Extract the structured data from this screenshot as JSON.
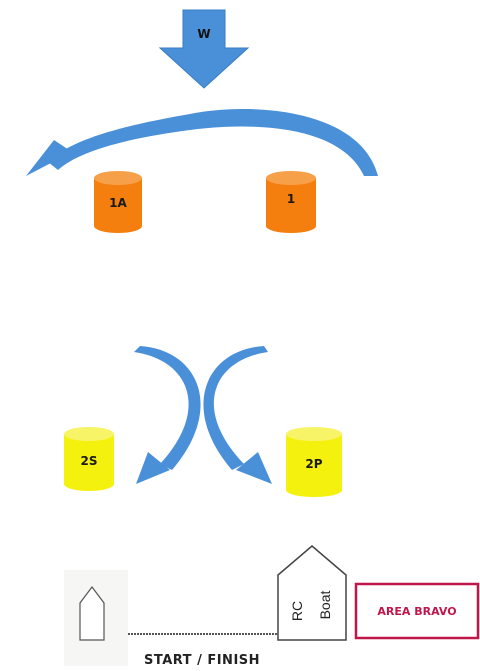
{
  "wind": {
    "label": "W",
    "color": "#4a90d9",
    "icon": "wind-arrow-down-icon"
  },
  "marks": {
    "mark_1a": {
      "label": "1A",
      "color": "#f47f0f"
    },
    "mark_1": {
      "label": "1",
      "color": "#f47f0f"
    },
    "mark_2s": {
      "label": "2S",
      "color": "#f5f10f"
    },
    "mark_2p": {
      "label": "2P",
      "color": "#f5f10f"
    }
  },
  "arrows": {
    "color": "#4a90d9"
  },
  "rc_boat": {
    "line1": "RC",
    "line2": "Boat"
  },
  "area": {
    "label": "AREA BRAVO",
    "color": "#c0174a"
  },
  "start_finish": {
    "label": "START / FINISH"
  }
}
